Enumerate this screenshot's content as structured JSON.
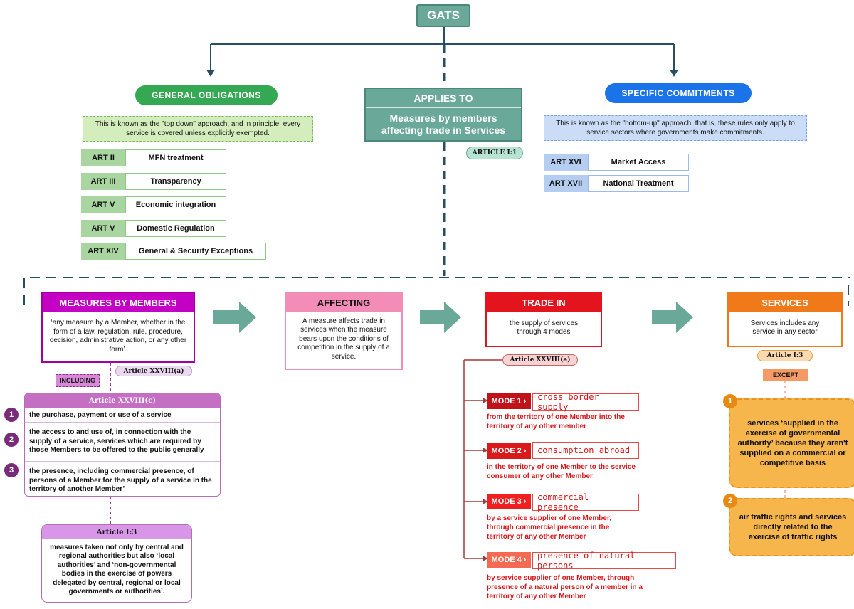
{
  "root": {
    "title": "GATS"
  },
  "general": {
    "heading": "GENERAL OBLIGATIONS",
    "note": "This is known as the \"top down\" approach; and in principle, every service is covered unless explicitly exempted.",
    "articles": [
      {
        "code": "ART II",
        "name": "MFN treatment"
      },
      {
        "code": "ART III",
        "name": "Transparency"
      },
      {
        "code": "ART V",
        "name": "Economic integration"
      },
      {
        "code": "ART V",
        "name": "Domestic Regulation"
      },
      {
        "code": "ART XIV",
        "name": "General & Security Exceptions"
      }
    ]
  },
  "applies": {
    "heading": "APPLIES TO",
    "body": "Measures by members affecting trade in Services",
    "ref": "ARTICLE I:1"
  },
  "specific": {
    "heading": "SPECIFIC COMMITMENTS",
    "note": "This is known as the \"bottom-up\" approach; that is, these rules only apply to service sectors where governments make commitments.",
    "articles": [
      {
        "code": "ART XVI",
        "name": "Market Access"
      },
      {
        "code": "ART XVII",
        "name": "National Treatment"
      }
    ]
  },
  "measures": {
    "heading": "MEASURES BY MEMBERS",
    "body": "‘any measure by a Member, whether in the form of a law, regulation, rule, procedure, decision, administrative action, or any other form’.",
    "ref": "Article XXVIII(a)",
    "including": "INCLUDING",
    "listTitle": "Article XXVIII(c)",
    "items": [
      {
        "num": "1",
        "text": "the purchase, payment or use of a service"
      },
      {
        "num": "2",
        "text": "the access to and use of, in connection with the supply of a service, services which are required by those Members to be offered to the public generally"
      },
      {
        "num": "3",
        "text": "the presence, including commercial presence, of persons of a Member for the supply of a service in the territory of another Member’"
      }
    ],
    "art13Title": "Article I:3",
    "art13Body": "measures taken not only by central and regional authorities but also ‘local authorities’ and ‘non-governmental bodies in the exercise of powers delegated by central, regional or local governments or authorities’."
  },
  "affecting": {
    "heading": "AFFECTING",
    "body": "A measure affects trade in services when the measure bears upon the conditions of competition in the supply of a service."
  },
  "trade": {
    "heading": "TRADE IN",
    "body": "the supply of services through 4 modes",
    "ref": "Article XXVIII(a)",
    "modes": [
      {
        "btn": "MODE 1",
        "label": "cross border supply",
        "text": "from the territory of one Member into the territory of any other member"
      },
      {
        "btn": "MODE 2",
        "label": "consumption abroad",
        "text": "in the territory of one Member to the service consumer of any other Member"
      },
      {
        "btn": "MODE 3",
        "label": "commercial presence",
        "text": "by a service supplier of one Member, through commercial presence in the territory of any other Member"
      },
      {
        "btn": "MODE 4",
        "label": "presence of natural persons",
        "text": "by service supplier of one Member, through presence of a natural person of a member in a territory of any other Member"
      }
    ]
  },
  "services": {
    "heading": "SERVICES",
    "body": "Services includes any service in any sector",
    "ref": "Article I:3",
    "except": "EXCEPT",
    "exceptions": [
      {
        "num": "1",
        "text": "services ‘supplied in the exercise of governmental authority’ because they aren't supplied on a commercial or competitive basis"
      },
      {
        "num": "2",
        "text": "air traffic rights and services directly related to the exercise of traffic rights"
      }
    ]
  },
  "colors": {
    "teal": "#6aa89a",
    "green": "#34a853",
    "blue": "#1a73e8",
    "magenta": "#c400c4",
    "pink": "#f48cb8",
    "red": "#e3141e",
    "orange": "#f07a1a"
  }
}
